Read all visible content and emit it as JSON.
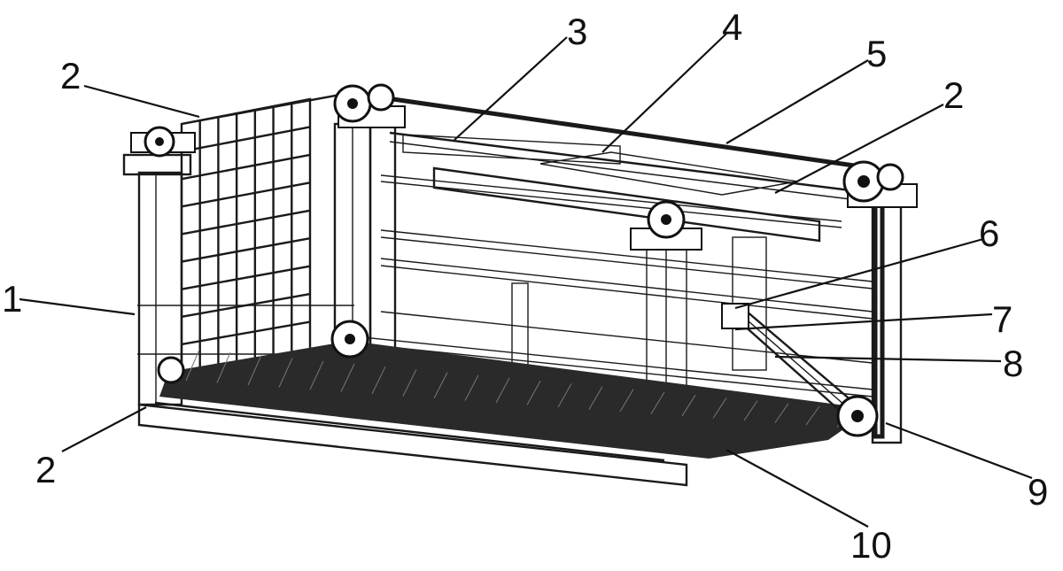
{
  "callouts": [
    {
      "id": "c1",
      "text": "1"
    },
    {
      "id": "c2a",
      "text": "2"
    },
    {
      "id": "c2b",
      "text": "2"
    },
    {
      "id": "c2c",
      "text": "2"
    },
    {
      "id": "c3",
      "text": "3"
    },
    {
      "id": "c4",
      "text": "4"
    },
    {
      "id": "c5",
      "text": "5"
    },
    {
      "id": "c6",
      "text": "6"
    },
    {
      "id": "c7",
      "text": "7"
    },
    {
      "id": "c8",
      "text": "8"
    },
    {
      "id": "c9",
      "text": "9"
    },
    {
      "id": "c10",
      "text": "10"
    }
  ]
}
